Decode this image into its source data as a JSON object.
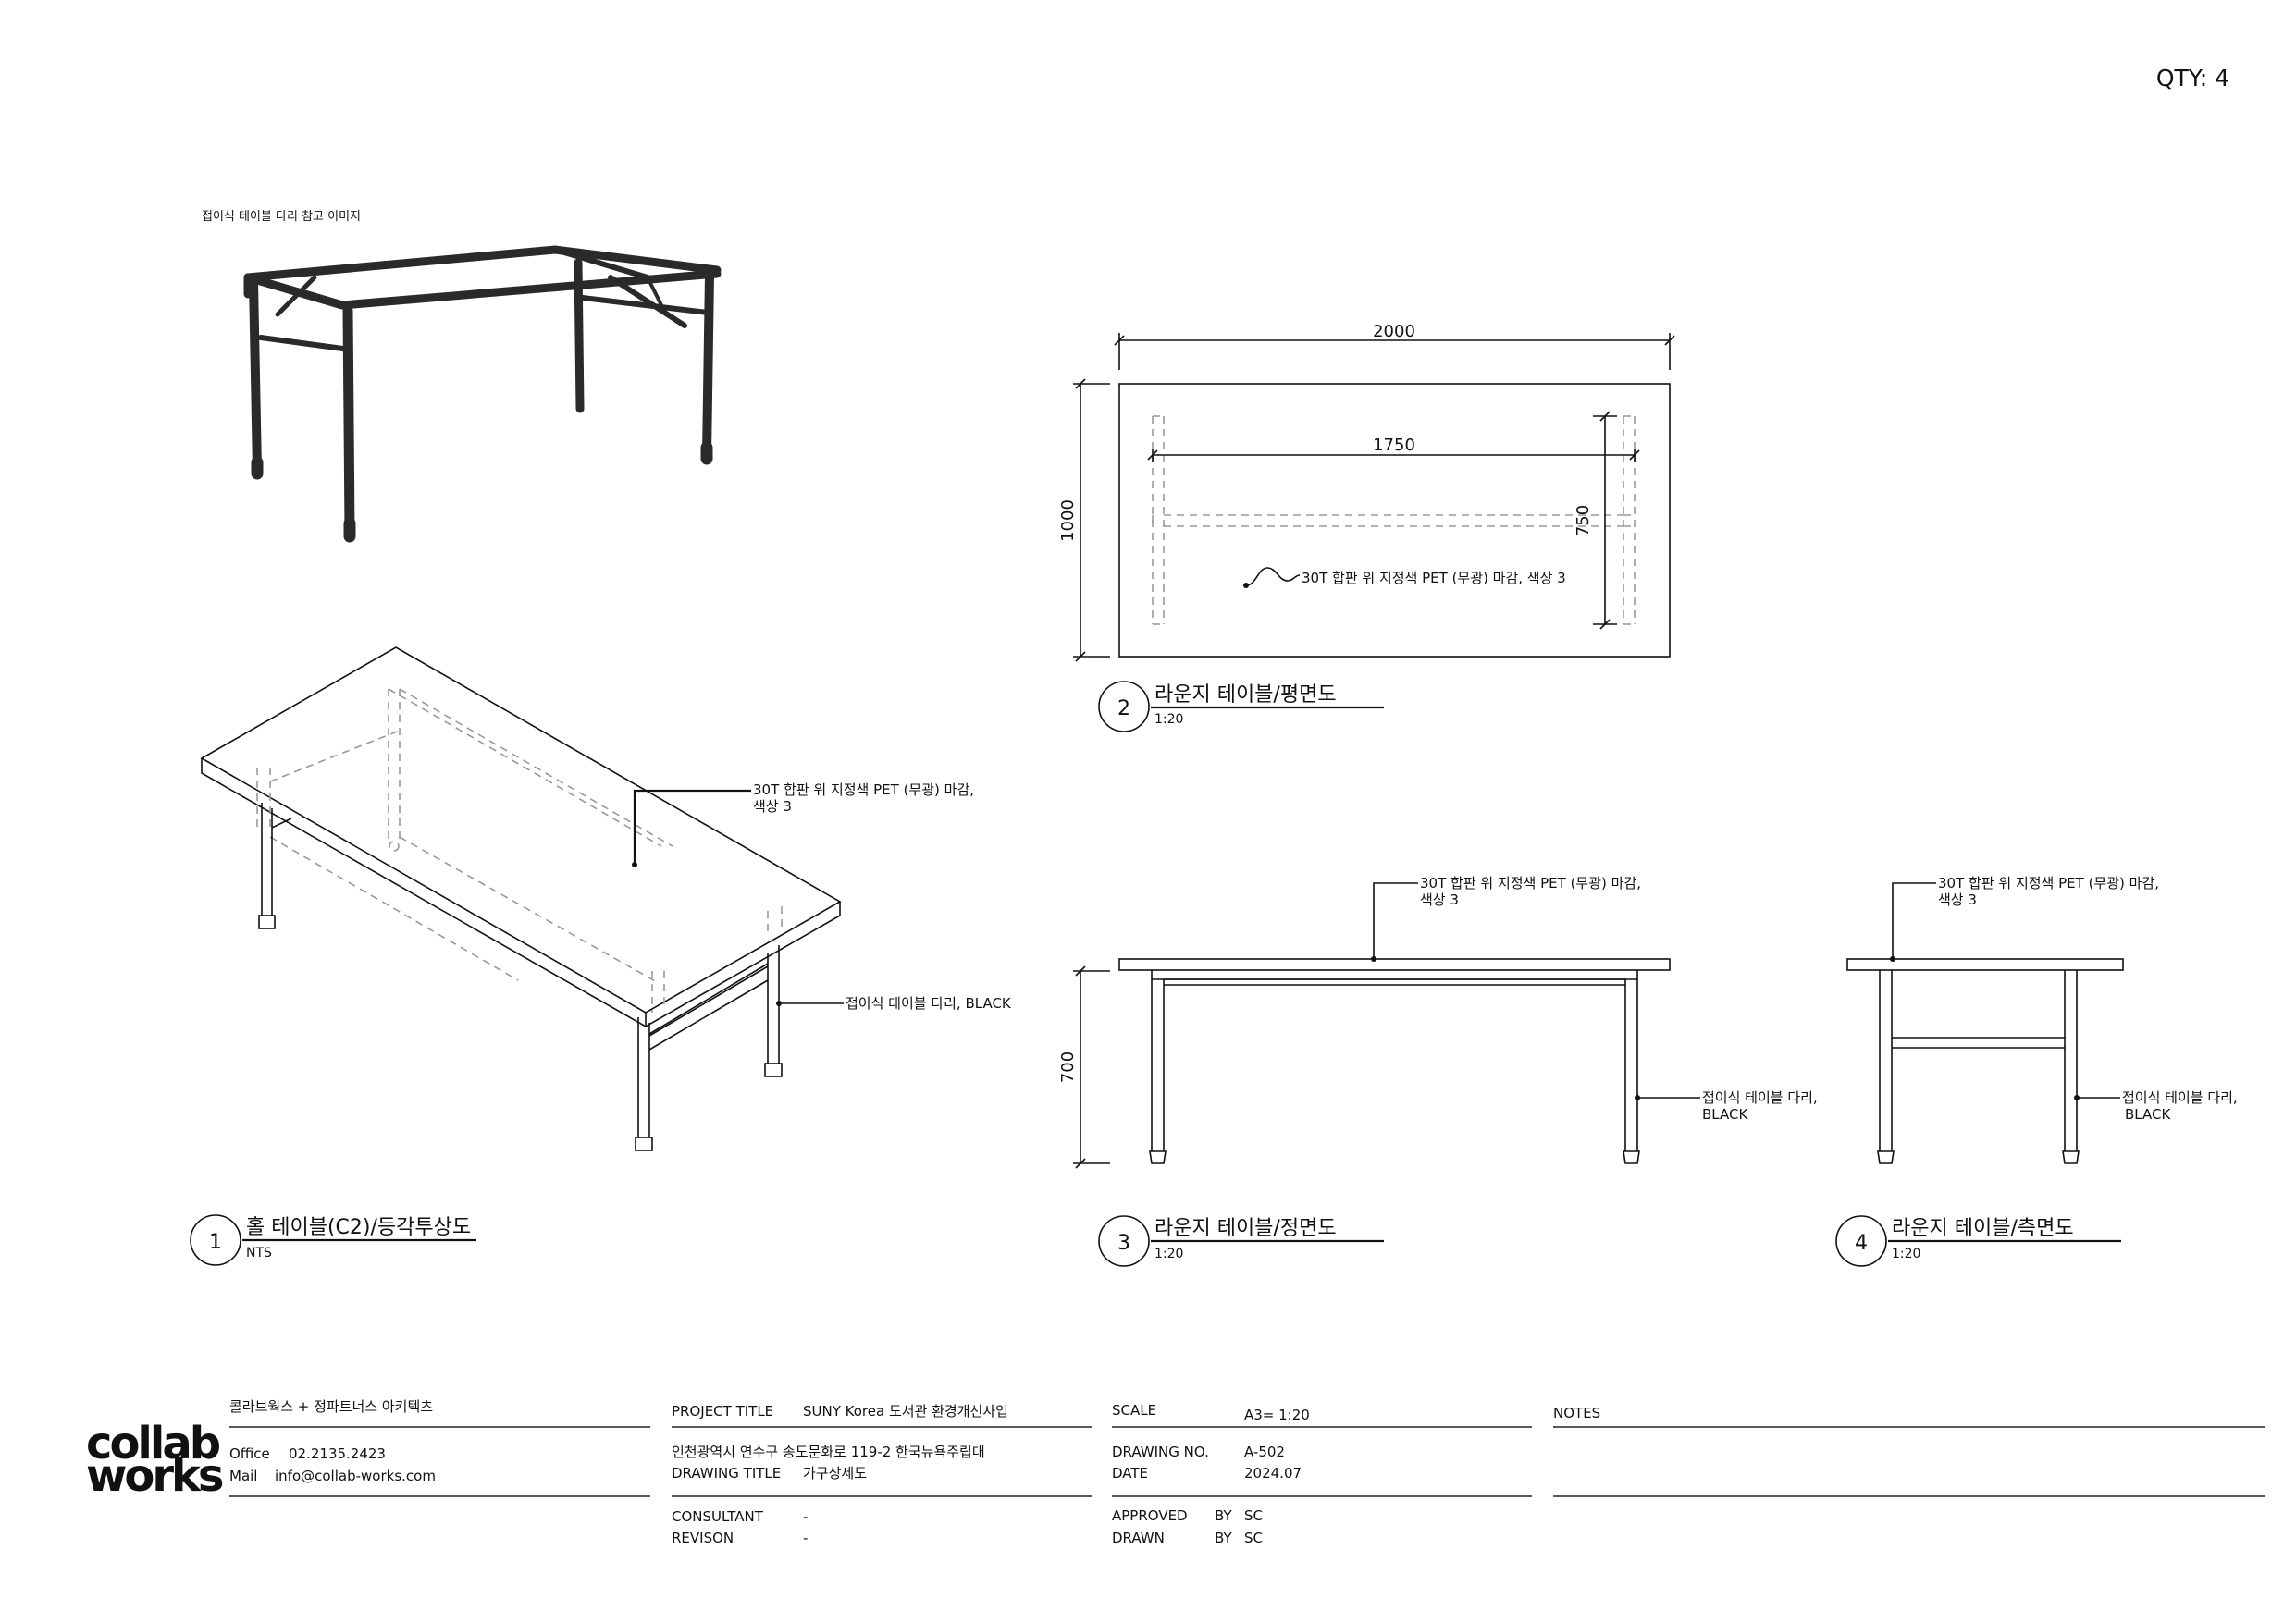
{
  "qty": "QTY: 4",
  "reference_caption": "접이식 테이블 다리 참고 이미지",
  "views": {
    "iso": {
      "number": "1",
      "title": "홀 테이블(C2)/등각투상도",
      "scale": "NTS",
      "note_top_1": "30T 합판 위 지정색 PET (무광) 마감,",
      "note_top_2": "색상 3",
      "note_leg": "접이식 테이블 다리, BLACK"
    },
    "plan": {
      "number": "2",
      "title": "라운지 테이블/평면도",
      "scale": "1:20",
      "dim_width": "2000",
      "dim_inner": "1750",
      "dim_depth": "1000",
      "dim_inner_depth": "750",
      "note": "30T 합판 위 지정색 PET (무광) 마감, 색상 3"
    },
    "front": {
      "number": "3",
      "title": "라운지 테이블/정면도",
      "scale": "1:20",
      "dim_height": "700",
      "note_top_1": "30T 합판 위 지정색 PET (무광) 마감,",
      "note_top_2": "색상 3",
      "note_leg_1": "접이식 테이블 다리,",
      "note_leg_2": "BLACK"
    },
    "side": {
      "number": "4",
      "title": "라운지 테이블/측면도",
      "scale": "1:20",
      "note_top_1": "30T 합판 위 지정색 PET (무광) 마감,",
      "note_top_2": "색상 3",
      "note_leg_1": "접이식 테이블 다리,",
      "note_leg_2": "BLACK"
    }
  },
  "title_block": {
    "logo_line1": "collab",
    "logo_line2": "works",
    "firm": "콜라브웍스 + 정파트너스 아키텍츠",
    "office_label": "Office",
    "office_value": "02.2135.2423",
    "mail_label": "Mail",
    "mail_value": "info@collab-works.com",
    "project_title_label": "PROJECT TITLE",
    "project_title_value": "SUNY Korea 도서관 환경개선사업",
    "address": "인천광역시 연수구 송도문화로 119-2 한국뉴욕주립대",
    "drawing_title_label": "DRAWING TITLE",
    "drawing_title_value": "가구상세도",
    "consultant_label": "CONSULTANT",
    "consultant_value": "-",
    "revision_label": "REVISON",
    "revision_value": "-",
    "scale_label": "SCALE",
    "scale_value": "A3= 1:20",
    "drawing_no_label": "DRAWING NO.",
    "drawing_no_value": "A-502",
    "date_label": "DATE",
    "date_value": "2024.07",
    "approved_label": "APPROVED",
    "approved_by": "BY",
    "approved_value": "SC",
    "drawn_label": "DRAWN",
    "drawn_by": "BY",
    "drawn_value": "SC",
    "notes_label": "NOTES"
  }
}
